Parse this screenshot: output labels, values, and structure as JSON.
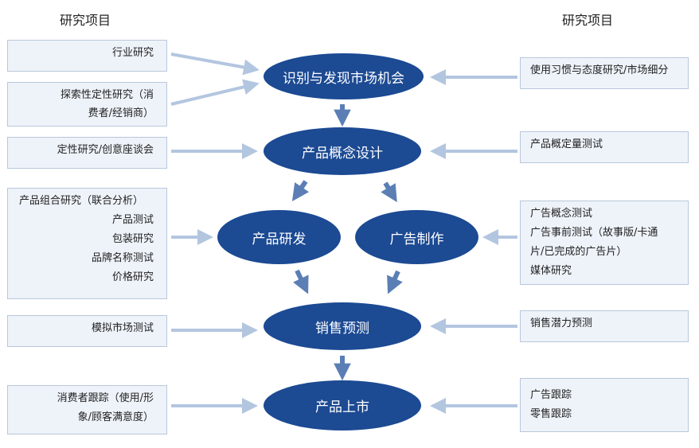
{
  "headers": {
    "left": "研究项目",
    "right": "研究项目"
  },
  "stages": [
    {
      "id": "identify",
      "label": "识别与发现市场机会"
    },
    {
      "id": "concept",
      "label": "产品概念设计"
    },
    {
      "id": "product_dev",
      "label": "产品研发"
    },
    {
      "id": "ad_make",
      "label": "广告制作"
    },
    {
      "id": "forecast",
      "label": "销售预测"
    },
    {
      "id": "launch",
      "label": "产品上市"
    }
  ],
  "left_boxes": [
    {
      "id": "l1",
      "lines": [
        "行业研究"
      ]
    },
    {
      "id": "l2",
      "lines": [
        "探索性定性研究（消",
        "费者/经销商）"
      ]
    },
    {
      "id": "l3",
      "lines": [
        "定性研究/创意座谈会"
      ]
    },
    {
      "id": "l4",
      "lines": [
        "产品组合研究（联合分析）",
        "产品测试",
        "包装研究",
        "品牌名称测试",
        "价格研究"
      ]
    },
    {
      "id": "l5",
      "lines": [
        "模拟市场测试"
      ]
    },
    {
      "id": "l6",
      "lines": [
        "消费者跟踪（使用/形",
        "象/顾客满意度）"
      ]
    }
  ],
  "right_boxes": [
    {
      "id": "r1",
      "lines": [
        "使用习惯与态度研究/市场细分"
      ]
    },
    {
      "id": "r2",
      "lines": [
        "产品概定量测试"
      ]
    },
    {
      "id": "r3",
      "lines": [
        "广告概念测试",
        "广告事前测试（故事版/卡通",
        "片/已完成的广告片）",
        "媒体研究"
      ]
    },
    {
      "id": "r4",
      "lines": [
        "销售潜力预测"
      ]
    },
    {
      "id": "r5",
      "lines": [
        "广告跟踪",
        "零售跟踪"
      ]
    }
  ],
  "colors": {
    "oval_fill": "#1c4a93",
    "oval_text": "#ffffff",
    "box_fill": "#eef3fa",
    "box_border": "#b9c7da",
    "arrow_main": "#5b7fb5",
    "arrow_side": "#b3c6e0"
  }
}
